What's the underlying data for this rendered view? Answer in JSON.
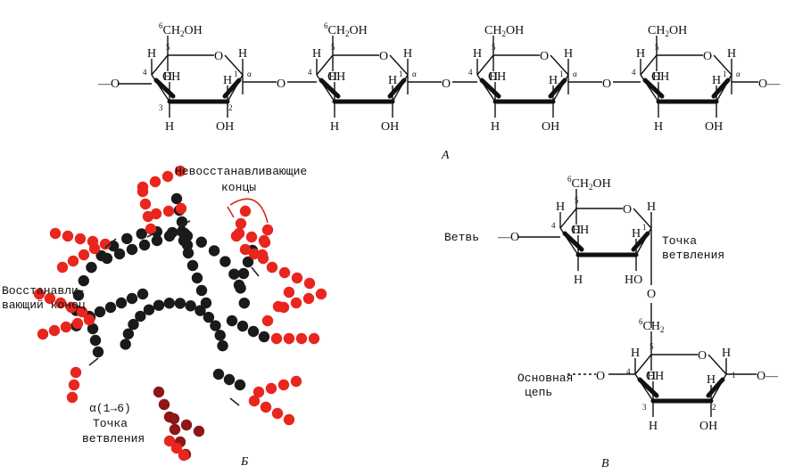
{
  "panels": {
    "a": "А",
    "b": "Б",
    "c": "В"
  },
  "atoms": {
    "ch2oh": "CH",
    "oh_tail": "OH",
    "sub2": "2",
    "six": "6",
    "ring_o": "O",
    "link_o": "O",
    "h": "H",
    "oh": "OH",
    "ho": "HO",
    "dash_o": "—O",
    "o_dash": "O—",
    "alpha": "α",
    "c1": "1",
    "c2": "2",
    "c3": "3",
    "c4": "4",
    "c5": "5"
  },
  "labels": {
    "nonreducing_1": "Невосстанавливающие",
    "nonreducing_2": "концы",
    "reducing_1": "Восстанавли-",
    "reducing_2": "вающий конец",
    "branchpoint_1": "α(1→6)",
    "branchpoint_2": "Точка",
    "branchpoint_3": "ветвления",
    "branch": "Ветвь",
    "bp_c_1": "Точка",
    "bp_c_2": "ветвления",
    "main_chain_1": "Основная",
    "main_chain_2": "цепь"
  },
  "colors": {
    "black_residue": "#1a1a1a",
    "red_residue": "#e8261e",
    "dark_red_residue": "#8e1616"
  }
}
